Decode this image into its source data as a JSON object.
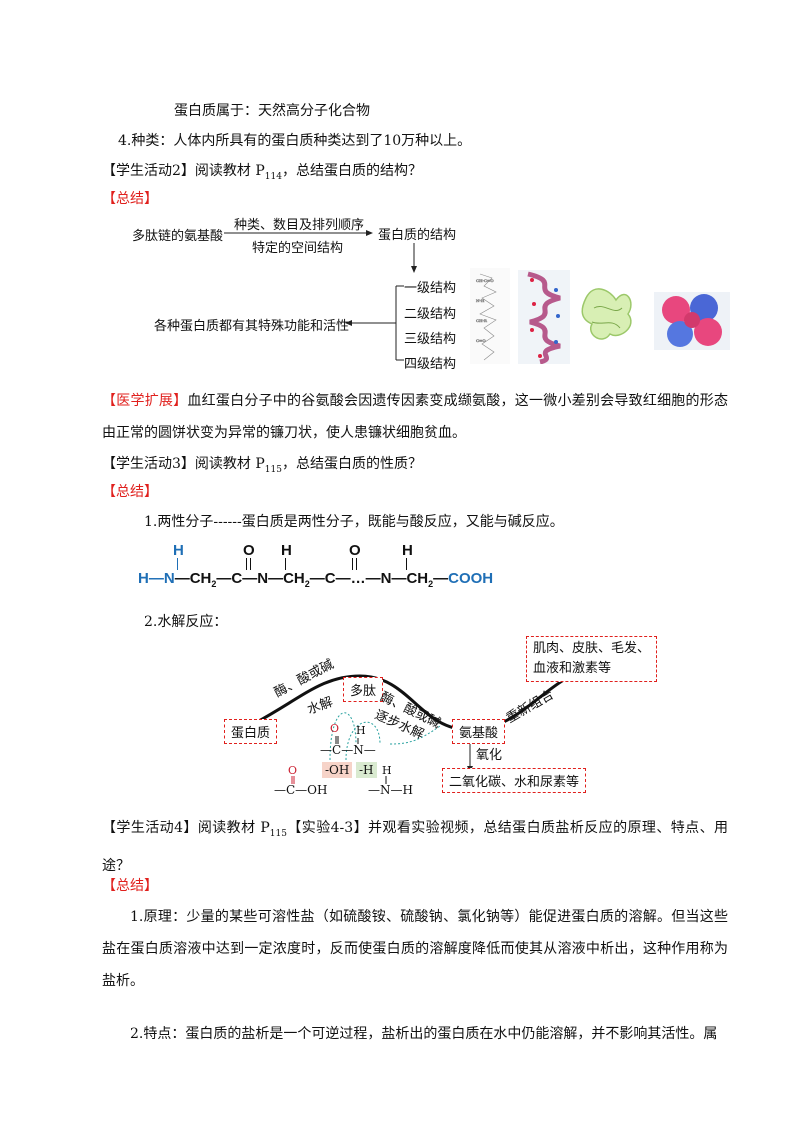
{
  "lines": {
    "belongs": "蛋白质属于：天然高分子化合物",
    "kinds": "4.种类：人体内所具有的蛋白质种类达到了10万种以上。",
    "act2_pre": "【学生活动2】阅读教材 P",
    "act2_sub": "114",
    "act2_post": "，总结蛋白质的结构？",
    "summary": "【总结】",
    "med_tag": "【医学扩展】",
    "med_text": "血红蛋白分子中的谷氨酸会因遗传因素变成缬氨酸，这一微小差别会导致红细胞的形态由正常的圆饼状变为异常的镰刀状，使人患镰状细胞贫血。",
    "act3_pre": "【学生活动3】阅读教材 P",
    "act3_sub": "115",
    "act3_post": "，总结蛋白质的性质？",
    "amph": "1.两性分子------蛋白质是两性分子，既能与酸反应，又能与碱反应。",
    "hydro": "2.水解反应：",
    "act4_pre": "【学生活动4】阅读教材 P",
    "act4_sub": "115",
    "act4_post": "【实验4-3】并观看实验视频，总结蛋白质盐析反应的原理、特点、用途？",
    "principle": "1.原理：少量的某些可溶性盐（如硫酸铵、硫酸钠、氯化钠等）能促进蛋白质的溶解。但当这些盐在蛋白质溶液中达到一定浓度时，反而使蛋白质的溶解度降低而使其从溶液中析出，这种作用称为盐析。",
    "feature": "2.特点：蛋白质的盐析是一个可逆过程，盐析出的蛋白质在水中仍能溶解，并不影响其活性。属"
  },
  "structure_diagram": {
    "left": "多肽链的氨基酸",
    "above_arrow": "种类、数目及排列顺序",
    "below_arrow": "特定的空间结构",
    "right": "蛋白质的结构",
    "levels": [
      "一级结构",
      "二级结构",
      "三级结构",
      "四级结构"
    ],
    "function": "各种蛋白质都有其特殊功能和活性"
  },
  "formula": {
    "H": "H",
    "O": "O",
    "N": "N",
    "C": "C",
    "CH2": "CH",
    "sub2": "2",
    "dots": "…",
    "cooh": "COOH"
  },
  "hydrolysis_diagram": {
    "protein": "蛋白质",
    "peptide": "多肽",
    "amino": "氨基酸",
    "enzyme1": "酶、酸或碱",
    "water1": "水解",
    "enzyme2": "酶、酸或碱",
    "water2": "逐步水解",
    "recombine": "重新组合",
    "target": "肌肉、皮肤、毛发、\n血液和激素等",
    "target_l1": "肌肉、皮肤、毛发、",
    "target_l2": "血液和激素等",
    "oxidize": "氧化",
    "products": "二氧化碳、水和尿素等",
    "oh": "-OH",
    "h": "-H",
    "cooh_text": "C—OH"
  },
  "colors": {
    "accent_red": "#e0201d",
    "blue": "#1f6fb6",
    "oh_bg": "#f6d3c8",
    "h_bg": "#d9ead0"
  }
}
